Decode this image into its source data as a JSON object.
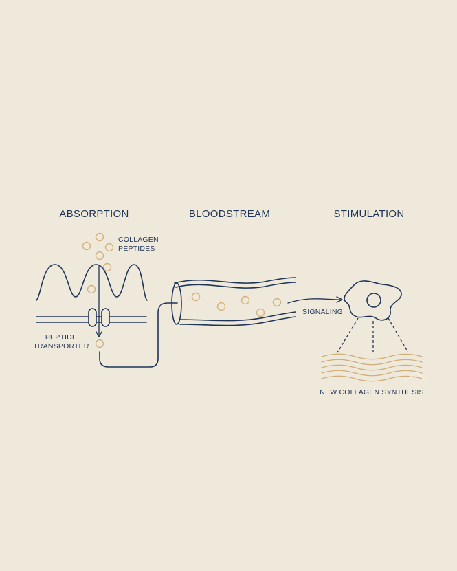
{
  "stages": {
    "absorption": "ABSORPTION",
    "bloodstream": "BLOODSTREAM",
    "stimulation": "STIMULATION"
  },
  "labels": {
    "collagen_line1": "COLLAGEN",
    "collagen_line2": "PEPTIDES",
    "transporter_line1": "PEPTIDE",
    "transporter_line2": "TRANSPORTER",
    "signaling": "SIGNALING",
    "synthesis": "NEW COLLAGEN SYNTHESIS"
  },
  "colors": {
    "background": "#efe9db",
    "line": "#1f3558",
    "peptide": "#d4b07a",
    "collagen_fiber": "#cfae78"
  }
}
